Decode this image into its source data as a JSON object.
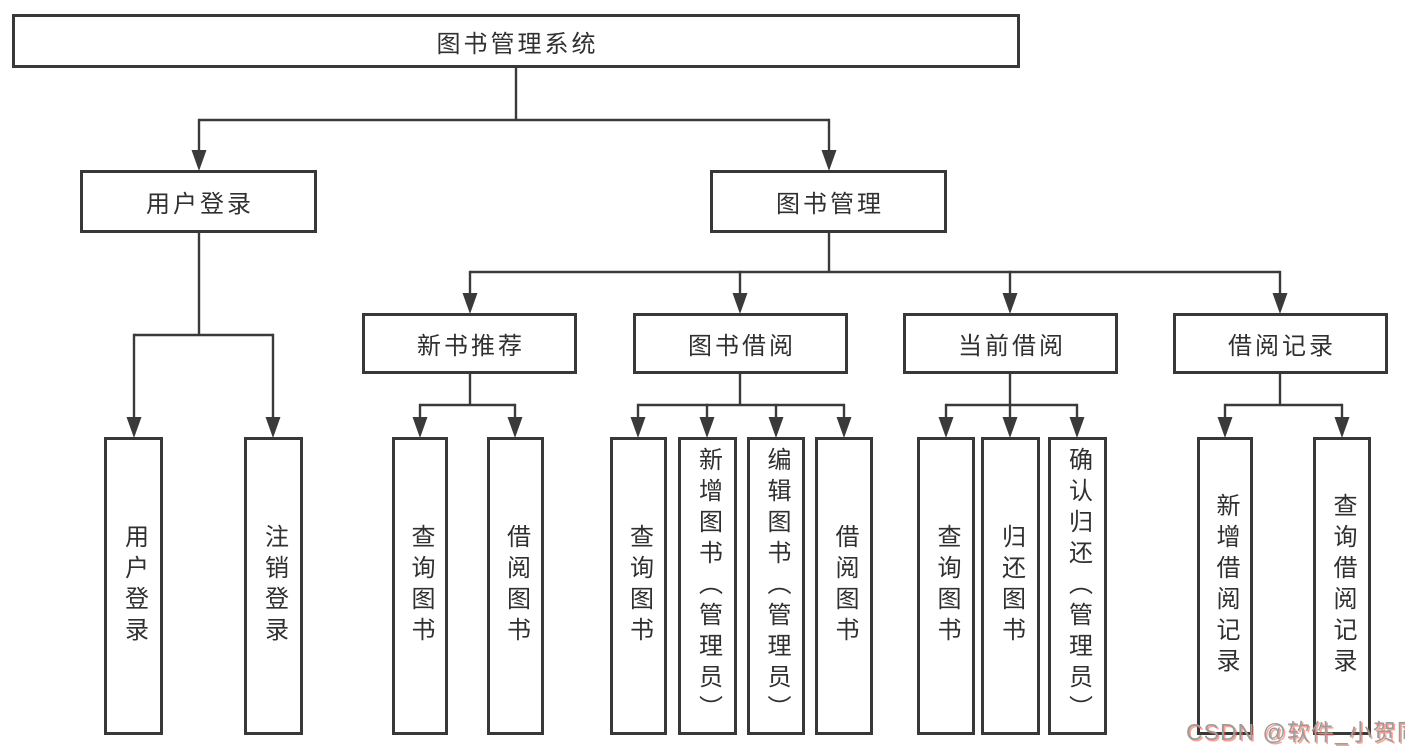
{
  "diagram": {
    "tree": {
      "label": "图书管理系统",
      "children": [
        {
          "label": "用户登录",
          "children": [
            {
              "label": "用户登录"
            },
            {
              "label": "注销登录"
            }
          ]
        },
        {
          "label": "图书管理",
          "children": [
            {
              "label": "新书推荐",
              "children": [
                {
                  "label": "查询图书"
                },
                {
                  "label": "借阅图书"
                }
              ]
            },
            {
              "label": "图书借阅",
              "children": [
                {
                  "label": "查询图书"
                },
                {
                  "label": "新增图书（管理员）"
                },
                {
                  "label": "编辑图书（管理员）"
                },
                {
                  "label": "借阅图书"
                }
              ]
            },
            {
              "label": "当前借阅",
              "children": [
                {
                  "label": "查询图书"
                },
                {
                  "label": "归还图书"
                },
                {
                  "label": "确认归还（管理员）"
                }
              ]
            },
            {
              "label": "借阅记录",
              "children": [
                {
                  "label": "新增借阅记录"
                },
                {
                  "label": "查询借阅记录"
                }
              ]
            }
          ]
        }
      ]
    }
  },
  "watermark": {
    "text": "CSDN @软件_小贺同学"
  },
  "colors": {
    "line": "#3a3a3a",
    "box_border": "#383838",
    "text": "#303030",
    "background": "#ffffff",
    "watermark_gray": "#9c9c9c",
    "watermark_red": "#fa553c"
  }
}
